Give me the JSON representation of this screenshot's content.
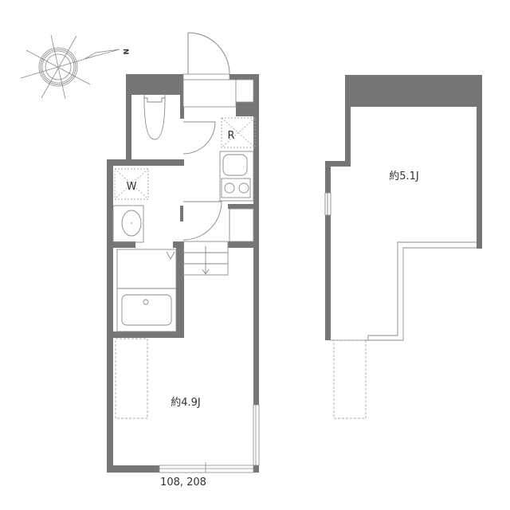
{
  "floorplan": {
    "main_floor": {
      "room_label": "約4.9J",
      "refrigerator_label": "R",
      "washer_label": "W",
      "dimension_label": "108, 208"
    },
    "loft": {
      "room_label": "約5.1J"
    },
    "compass": {
      "north_label": "N"
    }
  },
  "colors": {
    "wall": "#767676",
    "line": "#8a8a8a",
    "dash": "#aaaaaa",
    "text": "#333333"
  }
}
